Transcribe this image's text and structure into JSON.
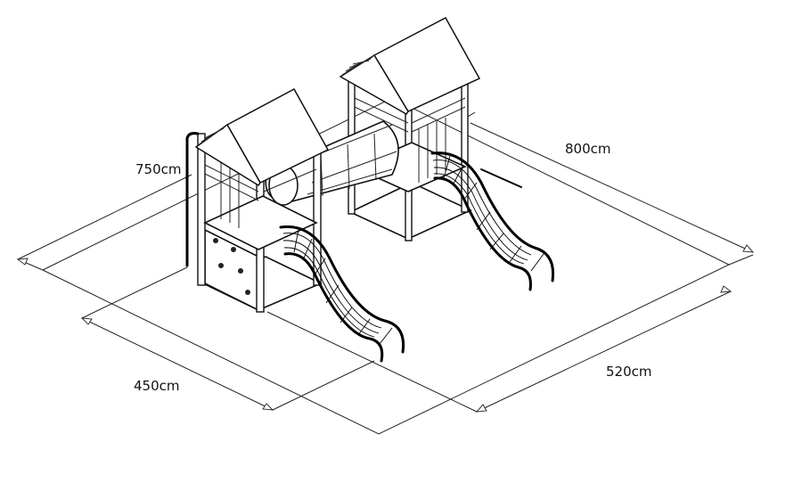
{
  "dimensions": {
    "total_width": "800cm",
    "total_depth": "750cm",
    "tower_depth": "450cm",
    "tower_span": "520cm"
  }
}
